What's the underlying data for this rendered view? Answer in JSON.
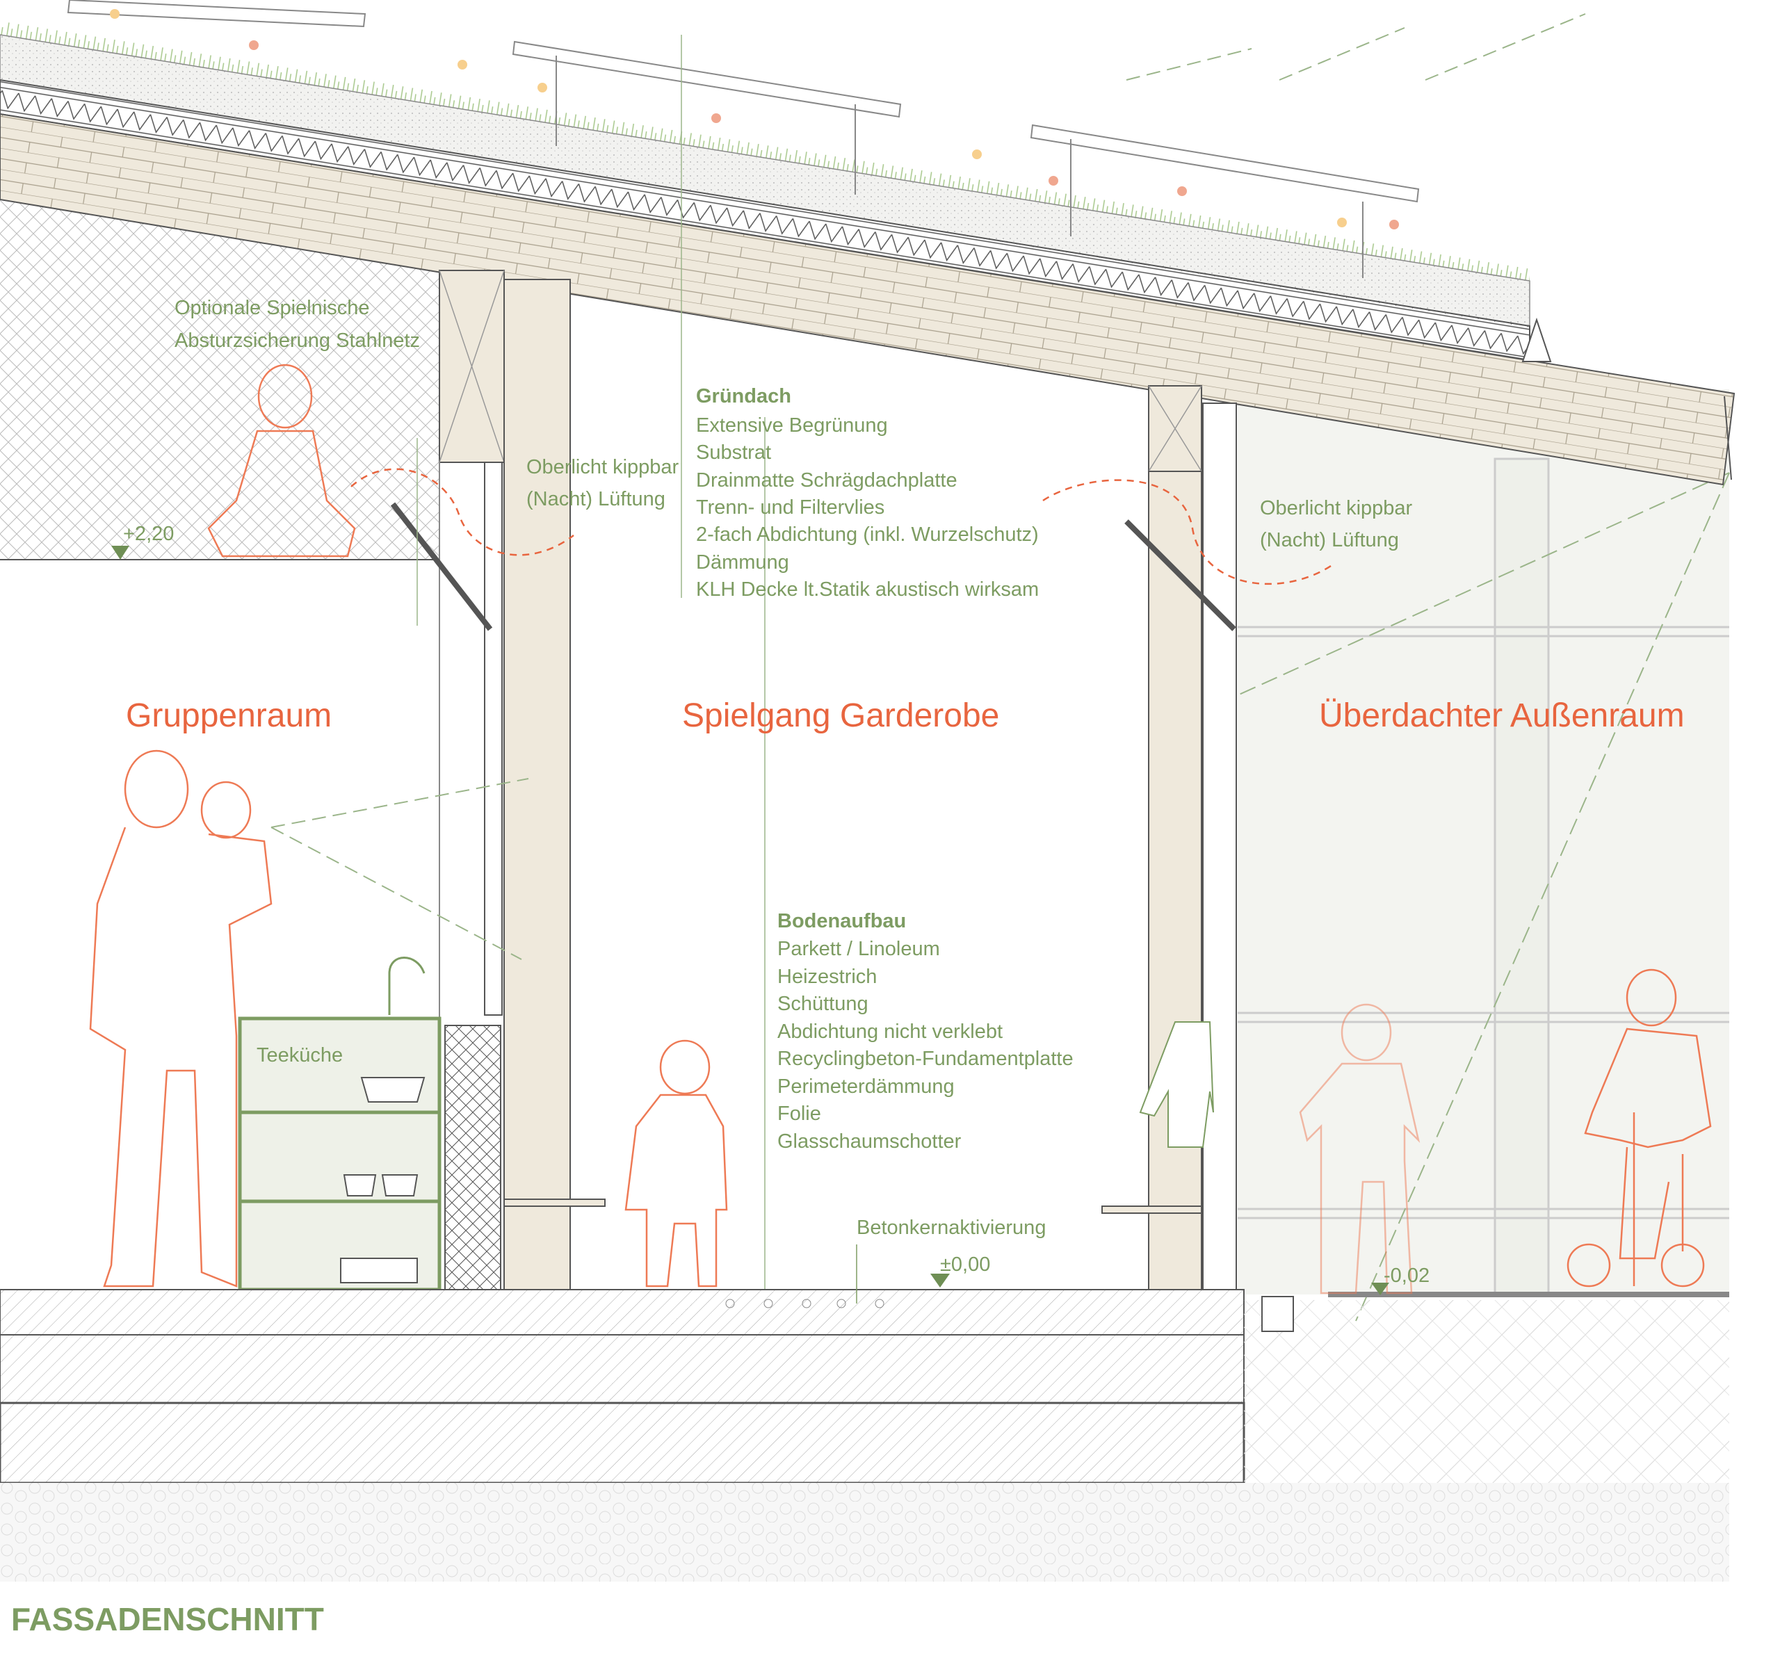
{
  "colors": {
    "label_green": "#7d9c62",
    "room_red": "#e8653f",
    "timber": "#efe9dc",
    "outdoor": "#f3f4f0"
  },
  "title": "FASSADENSCHNITT",
  "rooms": {
    "gruppenraum": "Gruppenraum",
    "spielgang": "Spielgang Garderobe",
    "aussenraum": "Überdachter Außenraum"
  },
  "spielnische": {
    "line1": "Optionale Spielnische",
    "line2": "Absturzsicherung Stahlnetz"
  },
  "oberlicht_left": {
    "line1": "Oberlicht kippbar",
    "line2": "(Nacht) Lüftung"
  },
  "oberlicht_right": {
    "line1": "Oberlicht kippbar",
    "line2": "(Nacht) Lüftung"
  },
  "gruendach": {
    "heading": "Gründach",
    "layers": [
      "Extensive Begrünung",
      "Substrat",
      "Drainmatte Schrägdachplatte",
      "Trenn- und Filtervlies",
      "2-fach Abdichtung (inkl. Wurzelschutz)",
      "Dämmung",
      "KLH Decke lt.Statik akustisch wirksam"
    ]
  },
  "bodenaufbau": {
    "heading": "Bodenaufbau",
    "layers": [
      "Parkett / Linoleum",
      "Heizestrich",
      "Schüttung",
      "Abdichtung nicht verklebt",
      "Recyclingbeton-Fundamentplatte",
      "Perimeterdämmung",
      "Folie",
      "Glasschaumschotter"
    ]
  },
  "teekueche": "Teeküche",
  "betonkern": "Betonkernaktivierung",
  "levels": {
    "spielnische": "+2,20",
    "floor": "±0,00",
    "outdoor": "-0,02"
  }
}
